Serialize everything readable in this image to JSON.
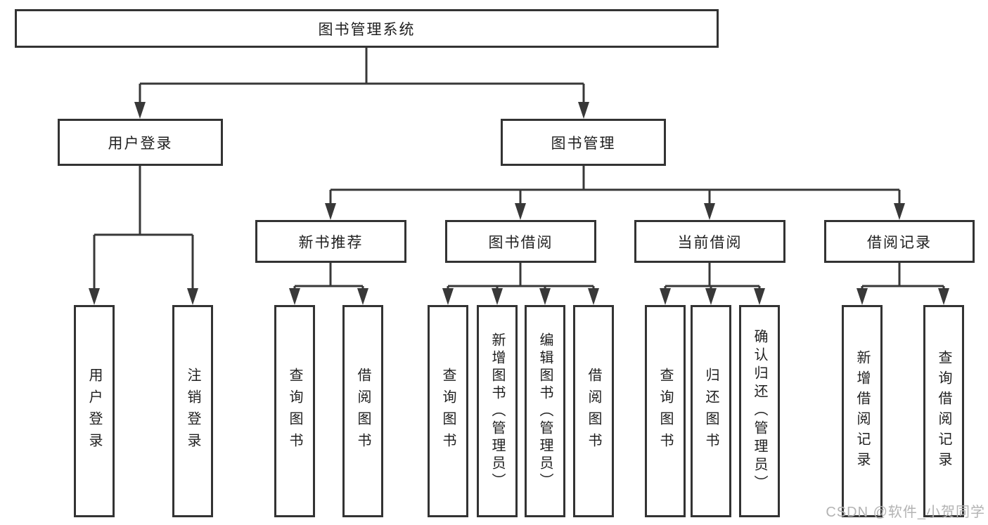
{
  "diagram": {
    "root": {
      "label": "图书管理系统"
    },
    "branches": [
      {
        "label": "用户登录",
        "children": [
          {
            "label": "用户登录"
          },
          {
            "label": "注销登录"
          }
        ]
      },
      {
        "label": "图书管理",
        "children": [
          {
            "label": "新书推荐",
            "children": [
              {
                "label": "查询图书"
              },
              {
                "label": "借阅图书"
              }
            ]
          },
          {
            "label": "图书借阅",
            "children": [
              {
                "label": "查询图书"
              },
              {
                "label": "新增图书（管理员）"
              },
              {
                "label": "编辑图书（管理员）"
              },
              {
                "label": "借阅图书"
              }
            ]
          },
          {
            "label": "当前借阅",
            "children": [
              {
                "label": "查询图书"
              },
              {
                "label": "归还图书"
              },
              {
                "label": "确认归还（管理员）"
              }
            ]
          },
          {
            "label": "借阅记录",
            "children": [
              {
                "label": "新增借阅记录"
              },
              {
                "label": "查询借阅记录"
              }
            ]
          }
        ]
      }
    ],
    "watermark": "CSDN @软件_小贺同学",
    "colors": {
      "line": "#383838",
      "box_border": "#333333",
      "text": "#1f1f1f",
      "background": "#ffffff",
      "watermark": "#b3b3b3"
    }
  }
}
